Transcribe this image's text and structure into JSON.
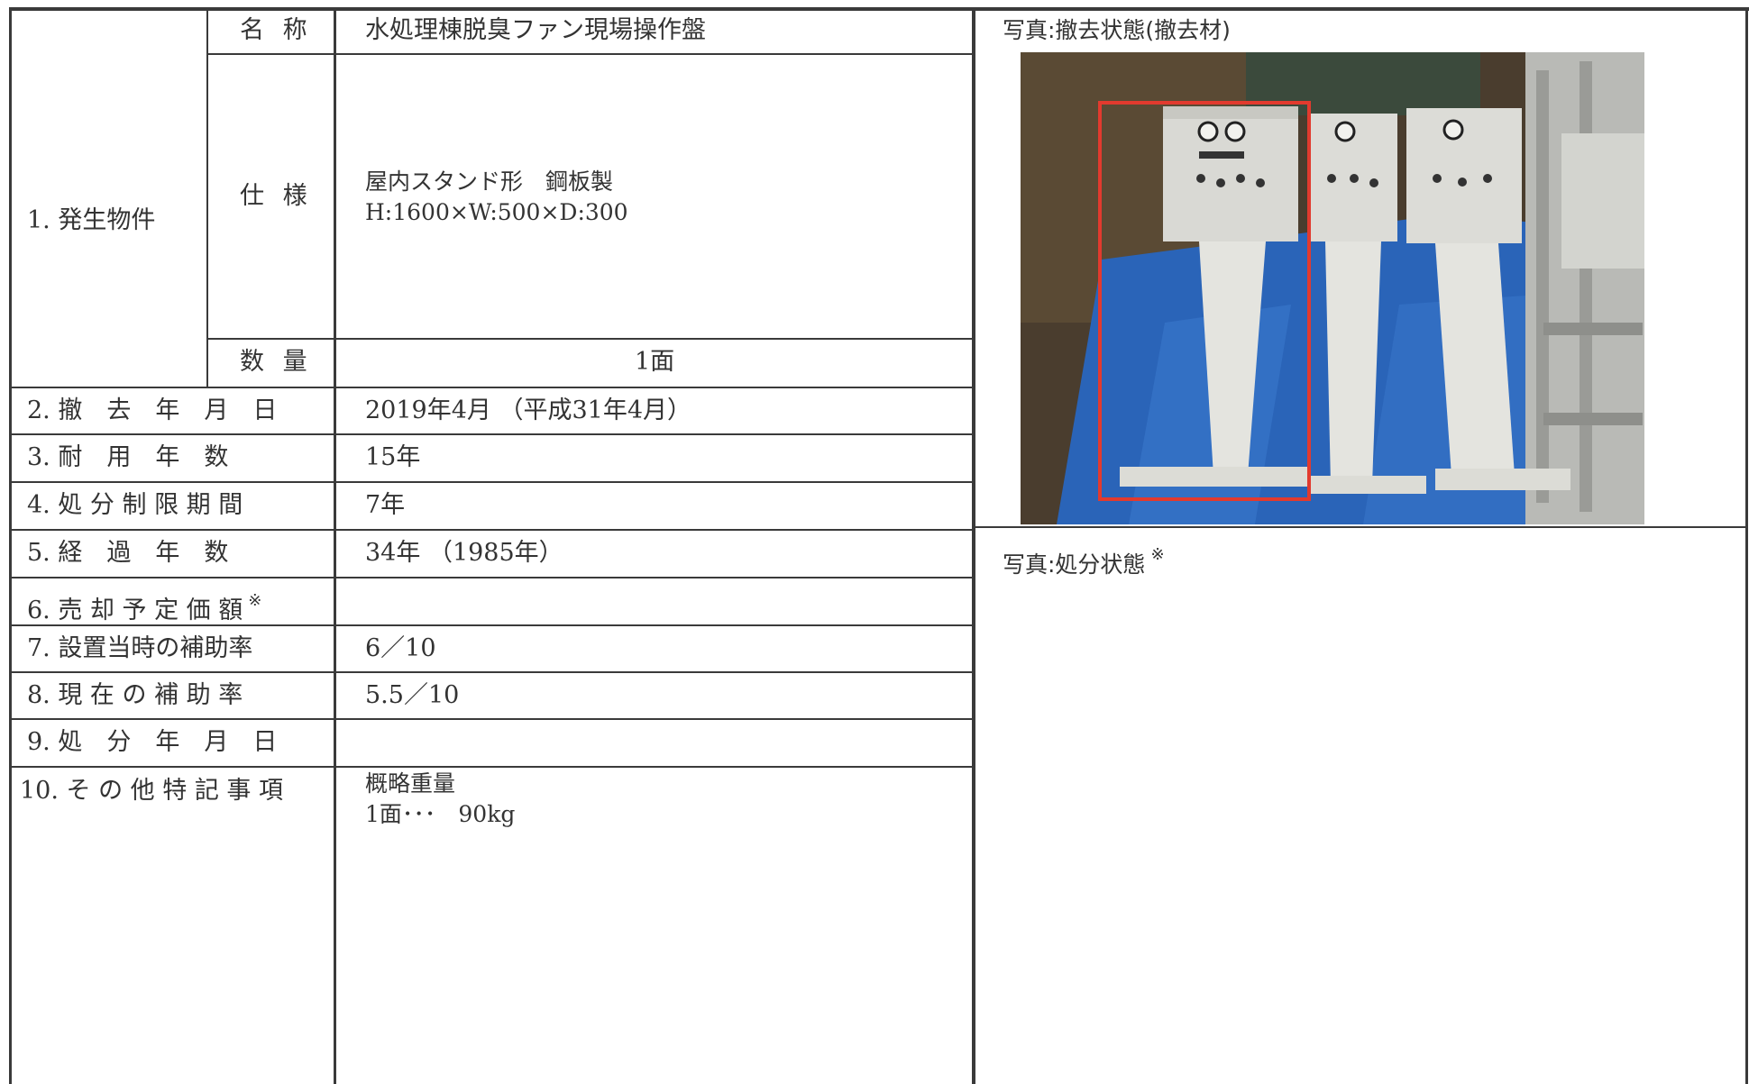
{
  "left_table": {
    "item1_label": "1. 発生物件",
    "name_label": "名 称",
    "name_value": "水処理棟脱臭ファン現場操作盤",
    "spec_label": "仕 様",
    "spec_line1": "屋内スタンド形　鋼板製",
    "spec_line2": "H:1600×W:500×D:300",
    "qty_label": "数 量",
    "qty_value": "1面",
    "rows": [
      {
        "label": "2. 撤　去　年　月　日",
        "value": "2019年4月 （平成31年4月）"
      },
      {
        "label": "3. 耐　用　年　数",
        "value": "15年"
      },
      {
        "label": "4. 処 分 制 限 期 間",
        "value": "7年"
      },
      {
        "label": "5. 経　過　年　数",
        "value": "34年 （1985年）"
      },
      {
        "label": "6. 売 却 予 定 価 額",
        "value": ""
      },
      {
        "label": "7. 設置当時の補助率",
        "value": "6／10"
      },
      {
        "label": "8. 現 在 の 補 助 率",
        "value": "5.5／10"
      },
      {
        "label": "9. 処　分　年　月　日",
        "value": ""
      },
      {
        "label": "10. そ の 他 特 記 事 項",
        "value": ""
      }
    ],
    "note_mark": "※",
    "remarks_line1": "概略重量",
    "remarks_line2": "1面･･･　90kg"
  },
  "right_panel": {
    "photo1_caption": "写真:撤去状態(撤去材)",
    "photo2_caption": "写真:処分状態",
    "note_mark": "※"
  },
  "colors": {
    "border": "#3a3a3a",
    "tarp_blue": "#2a64b8",
    "highlight_red": "#e23a2e",
    "panel_grey": "#d9d9d4"
  }
}
